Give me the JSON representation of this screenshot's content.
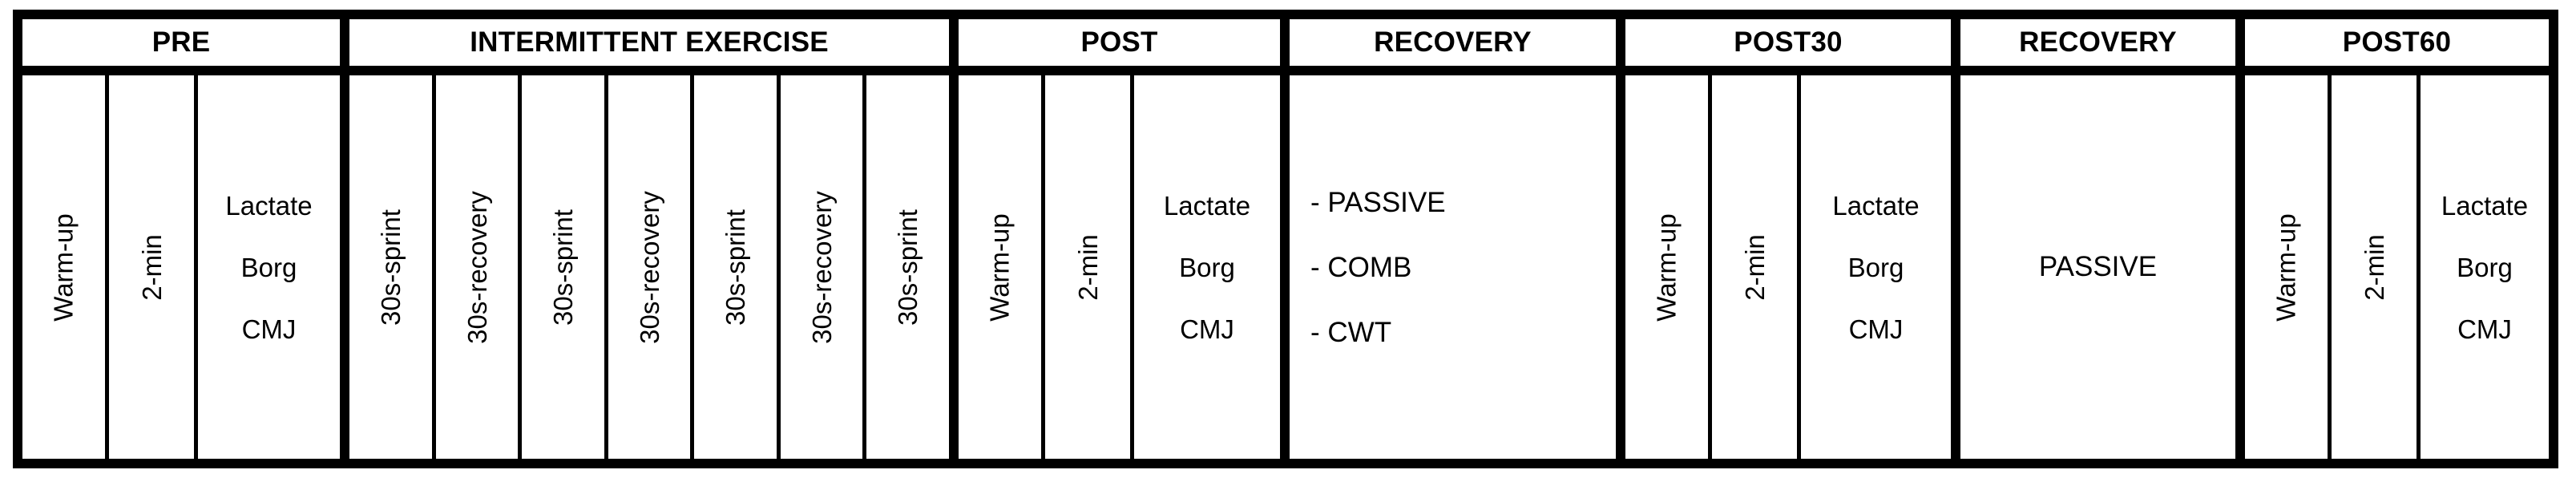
{
  "table": {
    "header": {
      "sections": [
        {
          "id": "pre",
          "label": "PRE"
        },
        {
          "id": "intermittent-exercise",
          "label": "INTERMITTENT EXERCISE"
        },
        {
          "id": "post",
          "label": "POST"
        },
        {
          "id": "recovery-1",
          "label": "RECOVERY"
        },
        {
          "id": "post30",
          "label": "POST30"
        },
        {
          "id": "recovery-2",
          "label": "RECOVERY"
        },
        {
          "id": "post60",
          "label": "POST60"
        }
      ]
    },
    "body": {
      "pre": {
        "warmup": "Warm-up",
        "two_min": "2-min",
        "measures": [
          "Lactate",
          "Borg",
          "CMJ"
        ]
      },
      "intermittent_exercise": {
        "bouts": [
          "30s-sprint",
          "30s-recovery",
          "30s-sprint",
          "30s-recovery",
          "30s-sprint",
          "30s-recovery",
          "30s-sprint"
        ]
      },
      "post": {
        "warmup": "Warm-up",
        "two_min": "2-min",
        "measures": [
          "Lactate",
          "Borg",
          "CMJ"
        ]
      },
      "recovery_1": {
        "options": [
          "- PASSIVE",
          "- COMB",
          "- CWT"
        ]
      },
      "post30": {
        "warmup": "Warm-up",
        "two_min": "2-min",
        "measures": [
          "Lactate",
          "Borg",
          "CMJ"
        ]
      },
      "recovery_2": {
        "label": "PASSIVE"
      },
      "post60": {
        "warmup": "Warm-up",
        "two_min": "2-min",
        "measures": [
          "Lactate",
          "Borg",
          "CMJ"
        ]
      }
    }
  },
  "colors": {
    "border": "#000000",
    "background": "#ffffff",
    "text": "#000000"
  }
}
